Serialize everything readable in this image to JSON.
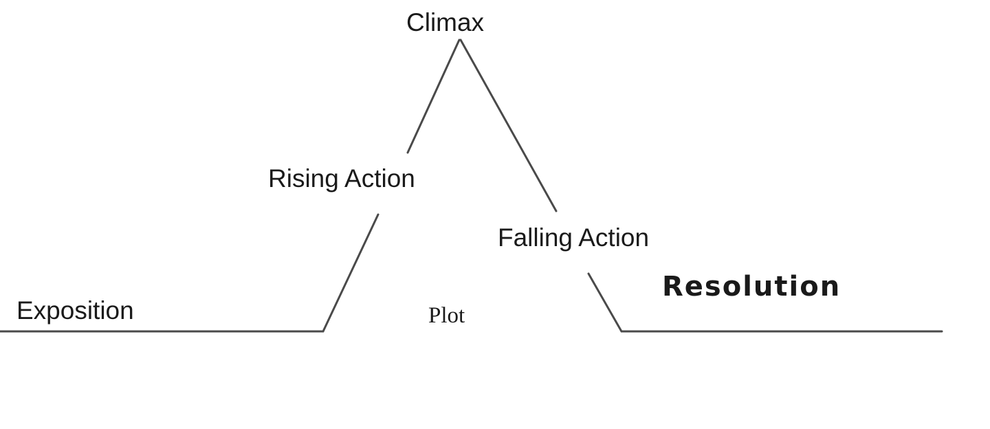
{
  "diagram": {
    "stages": {
      "climax": "Climax",
      "rising_action": "Rising Action",
      "falling_action": "Falling Action",
      "exposition": "Exposition",
      "resolution": "Resolution"
    },
    "caption": "Plot",
    "line_color": "#4a4a4a",
    "text_color": "#1a1a1a"
  }
}
